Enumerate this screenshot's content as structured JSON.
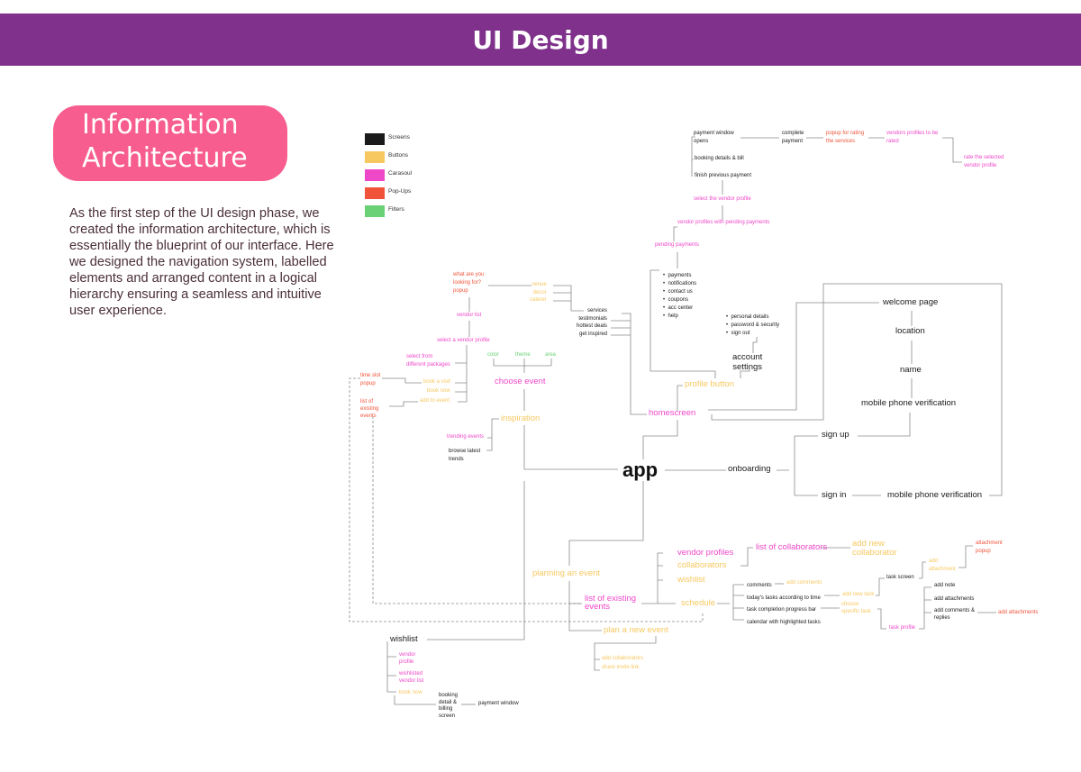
{
  "banner": {
    "title": "UI Design"
  },
  "section": {
    "title_line1": "Information",
    "title_line2": "Architecture"
  },
  "description": "As the first step of the UI design phase, we created the information architecture, which is essentially the blueprint of our interface. Here we designed the navigation system, labelled elements and arranged content in a logical hierarchy ensuring a seamless and intuitive user experience.",
  "colors": {
    "banner": "#7f318b",
    "pill": "#f75d8e",
    "screens": "#1a1a1a",
    "buttons": "#f7c860",
    "carousel": "#ee47c8",
    "popups": "#f0533a",
    "filters": "#6bd177"
  },
  "legend": [
    {
      "label": "Screens",
      "color": "#1a1a1a"
    },
    {
      "label": "Buttons",
      "color": "#f7c860"
    },
    {
      "label": "Carasoul",
      "color": "#ee47c8"
    },
    {
      "label": "Pop-Ups",
      "color": "#f0533a"
    },
    {
      "label": "Filters",
      "color": "#6bd177"
    }
  ],
  "nodes": {
    "app": "app",
    "onboarding": "onboarding",
    "sign_up": "sign up",
    "sign_in": "sign in",
    "mobile_verif_1": "mobile phone verification",
    "mobile_verif_2": "mobile phone verification",
    "name": "name",
    "location": "location",
    "welcome_page": "welcome page",
    "homescreen": "homescreen",
    "profile_button": "profile button",
    "account_settings_1": "account",
    "account_settings_2": "settings",
    "acct_items": [
      "personal details",
      "password & security",
      "sign out"
    ],
    "profile_items": [
      "payments",
      "notifications",
      "contact us",
      "coupons",
      "acc center",
      "help"
    ],
    "pending_payments": "pending payments",
    "vendor_pending": "vendor profiles with pending payments",
    "select_vendor_profile": "select the vendor profile",
    "finish_prev_payment": "finish previous payment",
    "booking_details_bill": "booking details & bill",
    "payment_window_1": "payment window",
    "payment_window_2": "opens",
    "complete_payment_1": "complete",
    "complete_payment_2": "payment",
    "popup_rating_1": "popup for rating",
    "popup_rating_2": "the services",
    "vendors_rated_1": "vendors profiles to be",
    "vendors_rated_2": "rated",
    "rate_selected_1": "rate the selected",
    "rate_selected_2": "vendor profile",
    "home_menu": [
      "services",
      "testimonials",
      "hottest deals",
      "get inspired"
    ],
    "services_sub": [
      "venue",
      "decor",
      "caterer"
    ],
    "looking_for_1": "what are you",
    "looking_for_2": "looking for?",
    "looking_for_3": "popup",
    "vendor_list": "vendor list",
    "select_vendor": "select a vendor profile",
    "packages_1": "select from",
    "packages_2": "different packages",
    "book_visit": "book a visit",
    "book_now": "book now",
    "add_to_event": "add to event",
    "time_slot_1": "time slot",
    "time_slot_2": "popup",
    "existing_popup_1": "list of",
    "existing_popup_2": "existing",
    "existing_popup_3": "events",
    "filters": [
      "color",
      "theme",
      "area"
    ],
    "choose_event": "choose event",
    "inspiration": "inspiration",
    "trending_events": "trending events",
    "browse_latest_1": "browse latest",
    "browse_latest_2": "trends",
    "planning_event": "planning an event",
    "list_existing_1": "list of existing",
    "list_existing_2": "events",
    "vendor_profiles": "vendor profiles",
    "collaborators": "collaborators",
    "wishlist_btn": "wishlist",
    "schedule": "schedule",
    "list_collaborators": "list of collaborators",
    "add_new_collab_1": "add new",
    "add_new_collab_2": "collaborator",
    "schedule_items": [
      "comments",
      "today's tasks according to time",
      "task completion progress bar",
      "calendar with highlighted tasks"
    ],
    "add_comments": "add comments",
    "add_new_task": "add new task",
    "choose_task_1": "choose",
    "choose_task_2": "specific task",
    "task_screen": "task screen",
    "task_profile": "task profile",
    "add_attachment_1": "add",
    "add_attachment_2": "attachment",
    "attachment_popup_1": "attachment",
    "attachment_popup_2": "popup",
    "task_profile_items": [
      "add note",
      "add attachments",
      "add comments &",
      "replies"
    ],
    "add_attachments_popup": "add attachments",
    "plan_new_event": "plan a new event",
    "add_collaborators": "add collaborators",
    "share_invite": "share invite link",
    "wishlist": "wishlist",
    "wl_vendor_1": "vendor",
    "wl_vendor_2": "profile",
    "wl_list_1": "wishlisted",
    "wl_list_2": "vendor list",
    "wl_book_now": "book now",
    "booking_detail": [
      "booking",
      "detail &",
      "billing",
      "screen"
    ],
    "payment_window": "payment window"
  }
}
